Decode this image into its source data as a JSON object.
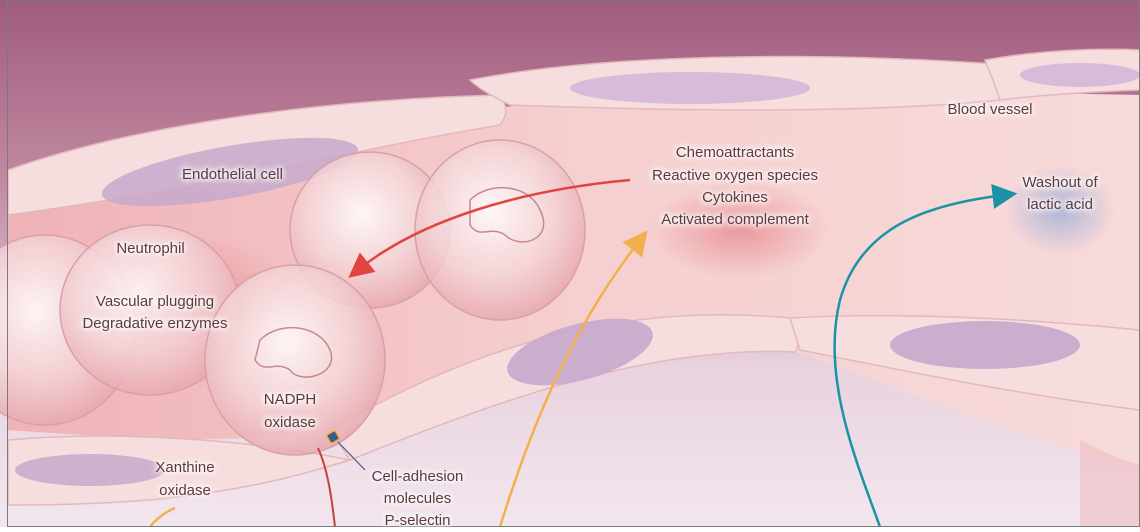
{
  "labels": {
    "blood_vessel": "Blood vessel",
    "endothelial_cell": "Endothelial cell",
    "neutrophil": "Neutrophil",
    "vascular_plugging": "Vascular plugging",
    "degradative_enzymes": "Degradative enzymes",
    "nadph": "NADPH",
    "oxidase": "oxidase",
    "xanthine": "Xanthine",
    "xanthine_oxidase": "oxidase",
    "cell_adhesion": "Cell-adhesion",
    "molecules": "molecules",
    "p_selectin": "P-selectin",
    "chemoattractants": "Chemoattractants",
    "reactive_oxygen_species": "Reactive oxygen species",
    "cytokines": "Cytokines",
    "activated_complement": "Activated complement",
    "washout_of": "Washout of",
    "lactic_acid": "lactic acid"
  },
  "colors": {
    "background_top": "#a05c7e",
    "background_bottom": "#f3e6ef",
    "vessel_wall": "#f6d9d9",
    "vessel_lumen": "#f5c8c8",
    "cell_nucleus": "#c7a9cc",
    "neutrophil": "#f1cfd3",
    "arrow_red": "#e0463f",
    "arrow_orange": "#f2b04c",
    "arrow_teal": "#1b93a7",
    "label_text": "#5b3a40"
  }
}
